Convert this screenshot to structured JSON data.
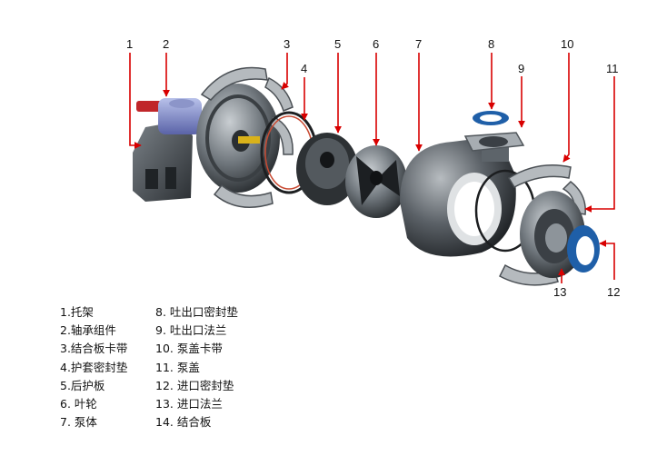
{
  "callouts": [
    "1",
    "2",
    "3",
    "4",
    "5",
    "6",
    "7",
    "8",
    "9",
    "10",
    "11",
    "12",
    "13"
  ],
  "legend": {
    "col1": [
      "1.托架",
      "2.轴承组件",
      "3.结合板卡带",
      "4.护套密封垫",
      "5.后护板",
      "6. 叶轮",
      "7. 泵体"
    ],
    "col2": [
      "8. 吐出口密封垫",
      "9. 吐出口法兰",
      "10. 泵盖卡带",
      "11. 泵盖",
      "12. 进口密封垫",
      "13. 进口法兰",
      "14. 结合板"
    ]
  },
  "colors": {
    "callout_line": "#d80000",
    "metal_dark": "#2e3236",
    "metal_light": "#9aa2a8",
    "gasket_blue": "#1f5fa8"
  }
}
